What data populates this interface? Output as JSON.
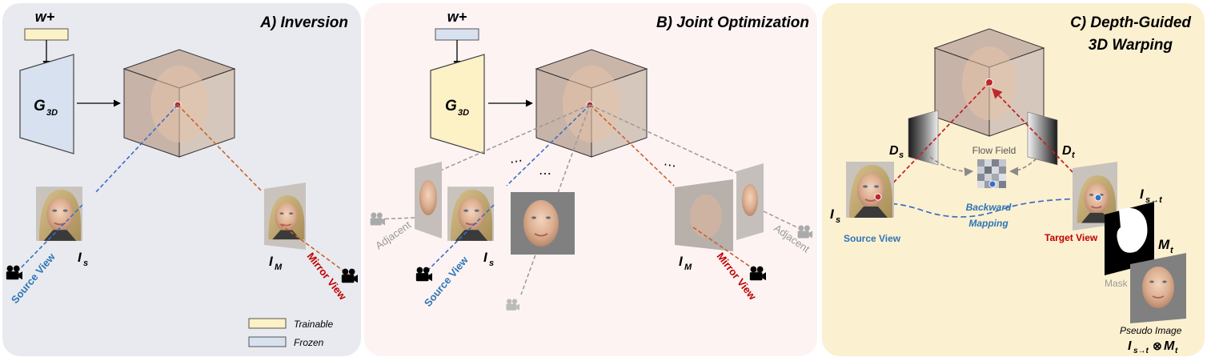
{
  "colors": {
    "panel_a_bg": "#e8eaef",
    "panel_b_bg": "#fdf3f3",
    "panel_c_bg": "#fbf0d0",
    "trainable": "#fdf1c6",
    "frozen": "#d7e1f0",
    "source_ray": "#3a6fc4",
    "mirror_ray": "#c9622a",
    "warp_ray": "#c0262c",
    "adjacent_ray": "#9a9a9a",
    "source_label": "#2e75b6",
    "mirror_label": "#c00000"
  },
  "panel_a": {
    "title": "A) Inversion",
    "latent": "w+",
    "generator": "G",
    "generator_sub": "3D",
    "source_view": "Source View",
    "mirror_view": "Mirror View",
    "source_img_main": "I",
    "source_img_sub": "s",
    "mirror_img_main": "I",
    "mirror_img_sub": "M",
    "legend_trainable": "Trainable",
    "legend_frozen": "Frozen"
  },
  "panel_b": {
    "title": "B) Joint Optimization",
    "latent": "w+",
    "generator": "G",
    "generator_sub": "3D",
    "source_view": "Source View",
    "mirror_view": "Mirror View",
    "adjacent_left": "Adjacent",
    "adjacent_right": "Adjacent",
    "source_img_main": "I",
    "source_img_sub": "s",
    "mirror_img_main": "I",
    "mirror_img_sub": "M",
    "ellipsis": "⋯"
  },
  "panel_c": {
    "title_line1": "C) Depth-Guided",
    "title_line2": "3D Warping",
    "depth_s_main": "D",
    "depth_s_sub": "s",
    "depth_t_main": "D",
    "depth_t_sub": "t",
    "flow_field": "Flow Field",
    "backward_line1": "Backward",
    "backward_line2": "Mapping",
    "source_view": "Source View",
    "target_view": "Target View",
    "source_img_main": "I",
    "source_img_sub": "s",
    "warped_main": "I",
    "warped_sub": "s→t",
    "mask_main": "M",
    "mask_sub": "t",
    "mask_label": "Mask",
    "pseudo_label": "Pseudo Image",
    "pseudo_formula_main": "I",
    "pseudo_formula_sub": "s→t",
    "pseudo_formula_op": "⊗",
    "pseudo_formula_main2": "M",
    "pseudo_formula_sub2": "t"
  }
}
